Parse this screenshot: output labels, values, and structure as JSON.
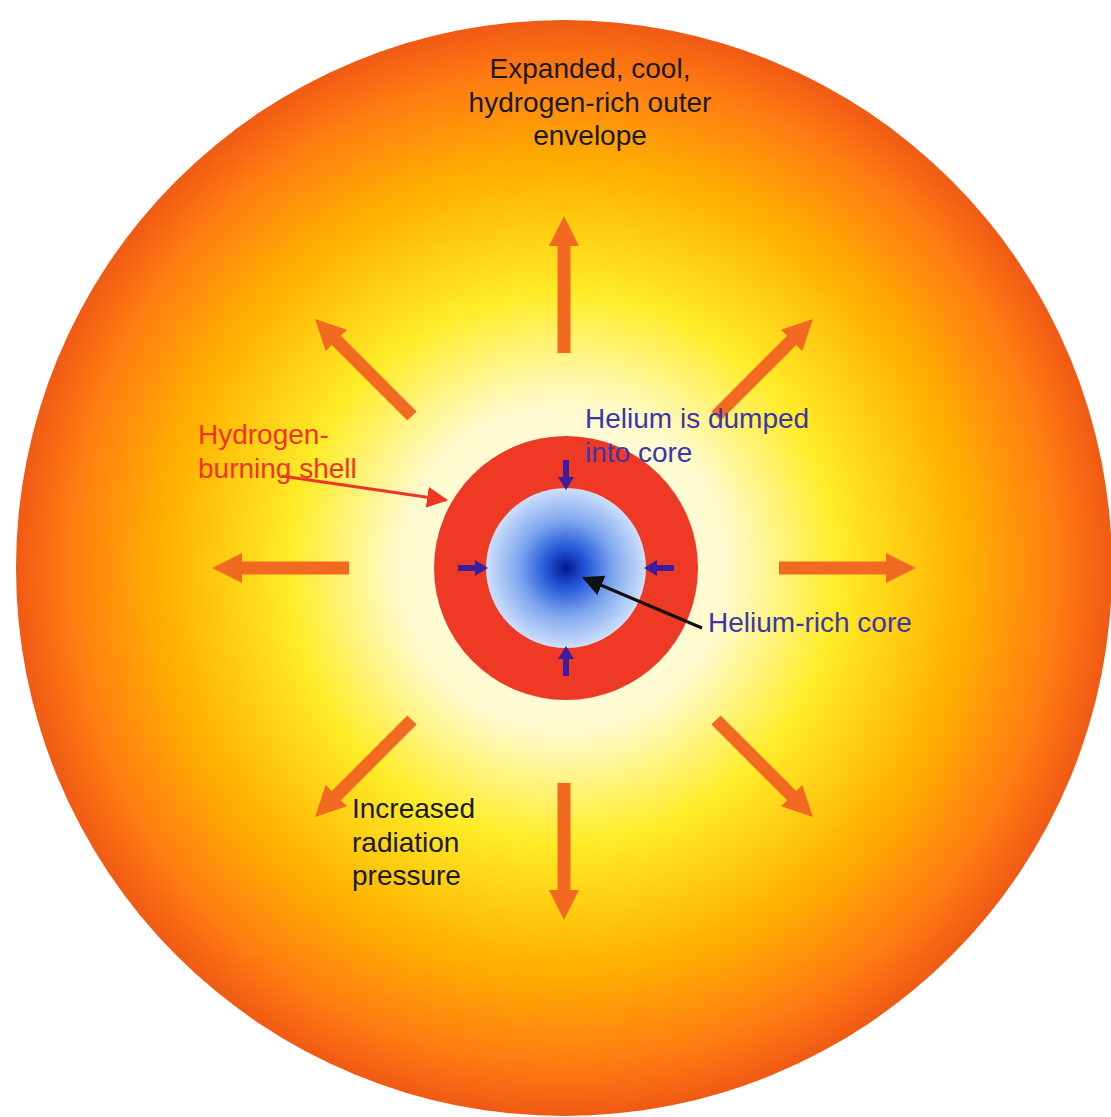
{
  "diagram": {
    "nodes": [
      {
        "text": [
          "Expanded, cool, hydrogen-rich outer envelope",
          "Increased radiation pressure"
        ]
      }
    ],
    "edges": [],
    "labels": [
      "Hydrogen-burning shell",
      "Helium is dumped into core",
      "Helium-rich core"
    ]
  }
}
